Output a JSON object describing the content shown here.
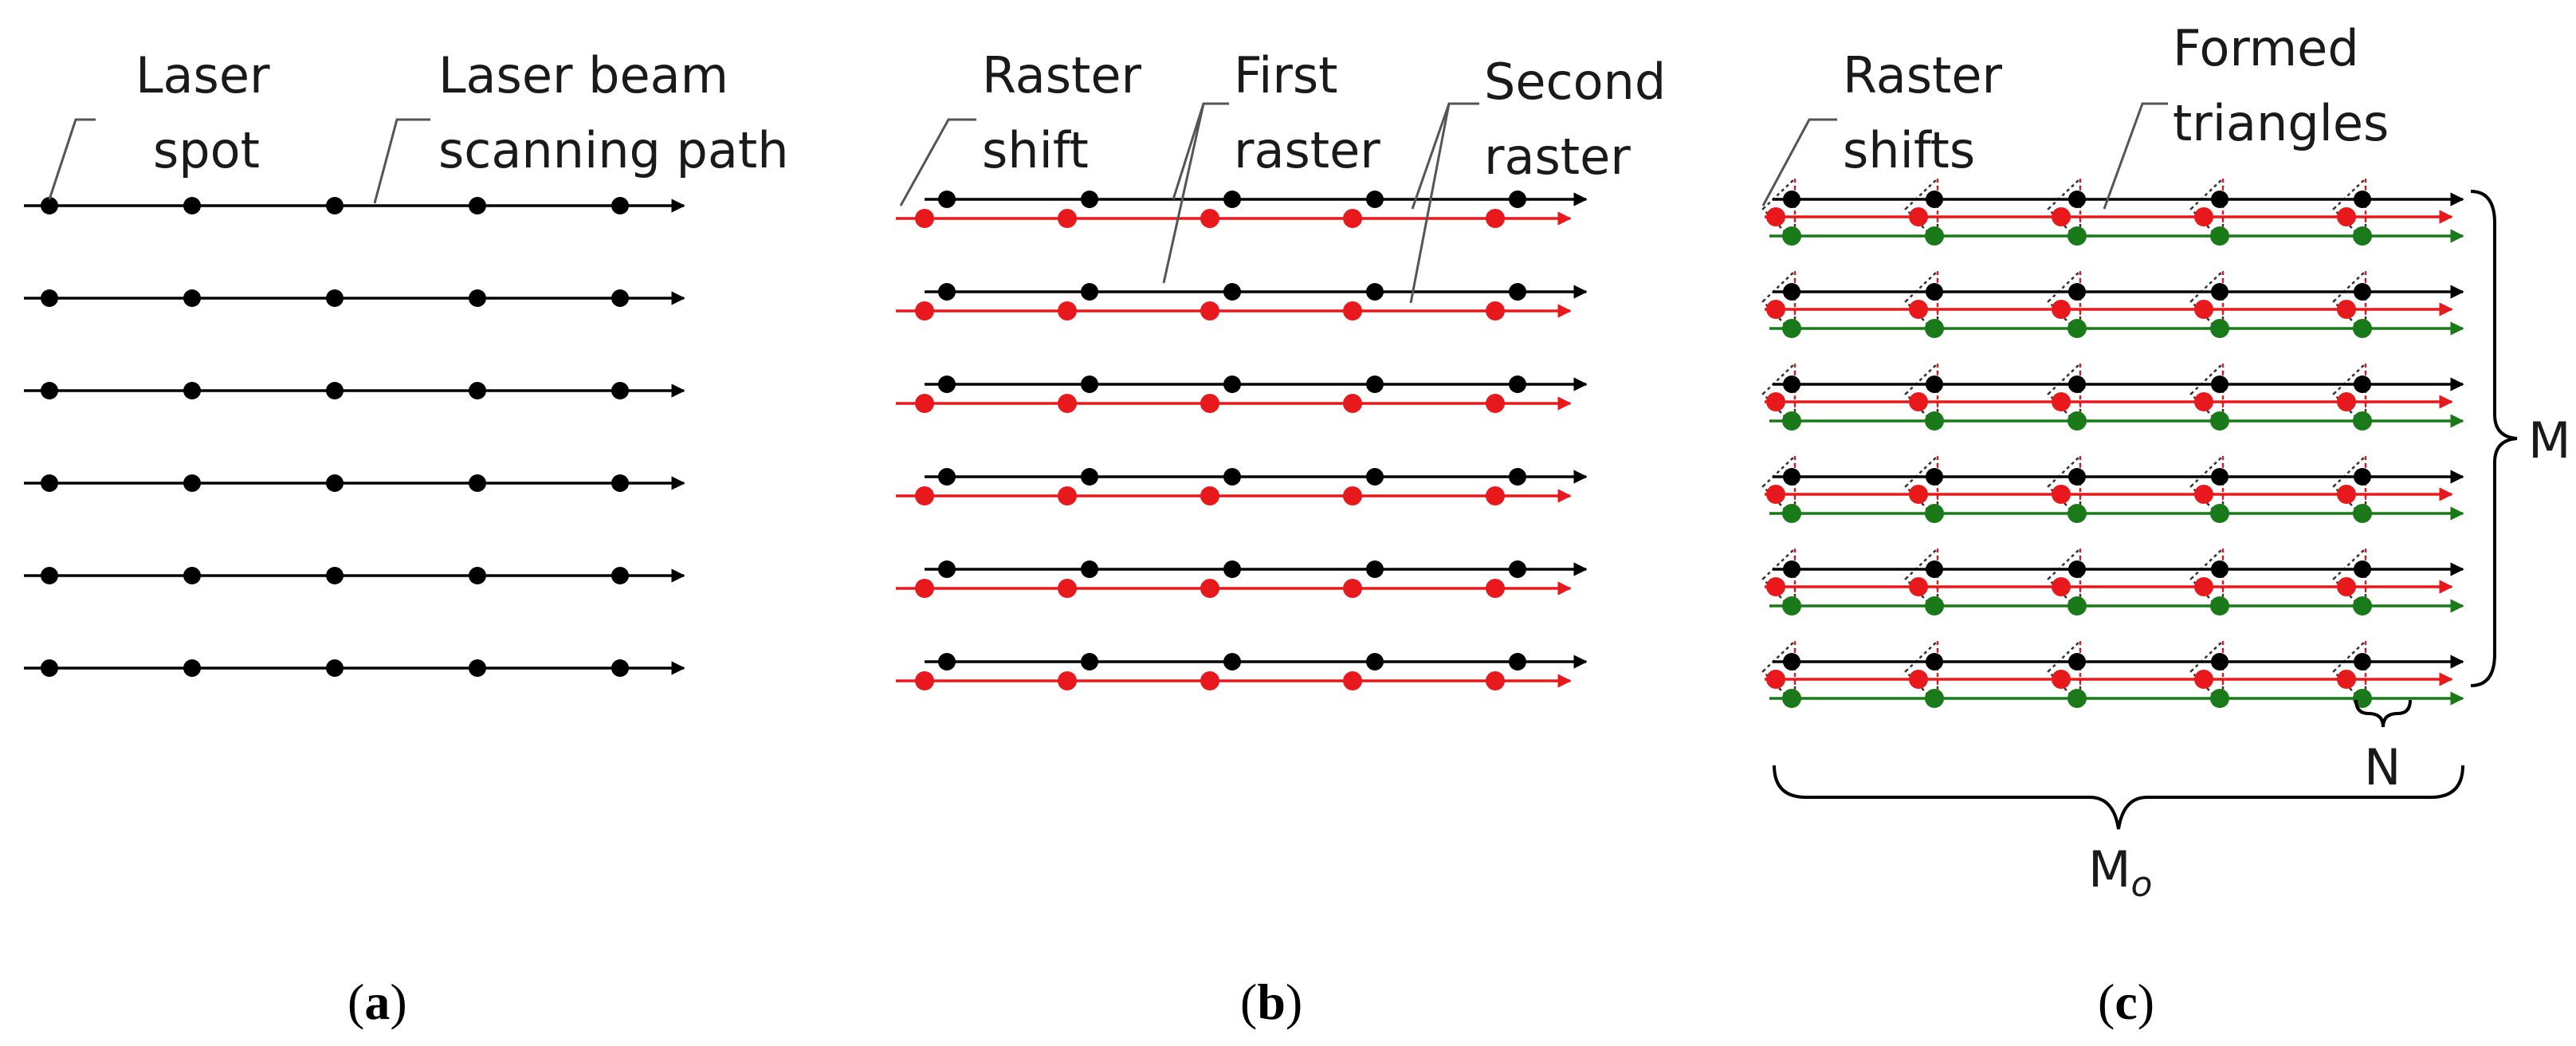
{
  "panels": [
    {
      "id": "a",
      "caption_letter": "a",
      "labels": [
        "Laser",
        "spot",
        "Laser beam",
        "scanning path"
      ],
      "rasters": [
        "first"
      ]
    },
    {
      "id": "b",
      "caption_letter": "b",
      "labels": [
        "Raster",
        "shift",
        "First",
        "raster",
        "Second",
        "raster"
      ],
      "rasters": [
        "first",
        "second"
      ]
    },
    {
      "id": "c",
      "caption_letter": "c",
      "labels": [
        "Raster",
        "shifts",
        "Formed",
        "triangles"
      ],
      "rasters": [
        "first",
        "second",
        "third"
      ],
      "dimensions": {
        "M": "M",
        "N": "N",
        "Mo_base": "M",
        "Mo_sub": "o"
      }
    }
  ],
  "colors": {
    "first_raster": "#000000",
    "second_raster": "#e8191c",
    "third_raster": "#1a7a1a",
    "leader_line": "#555555"
  },
  "grid": {
    "rows": 6,
    "spots_per_row": 5
  }
}
